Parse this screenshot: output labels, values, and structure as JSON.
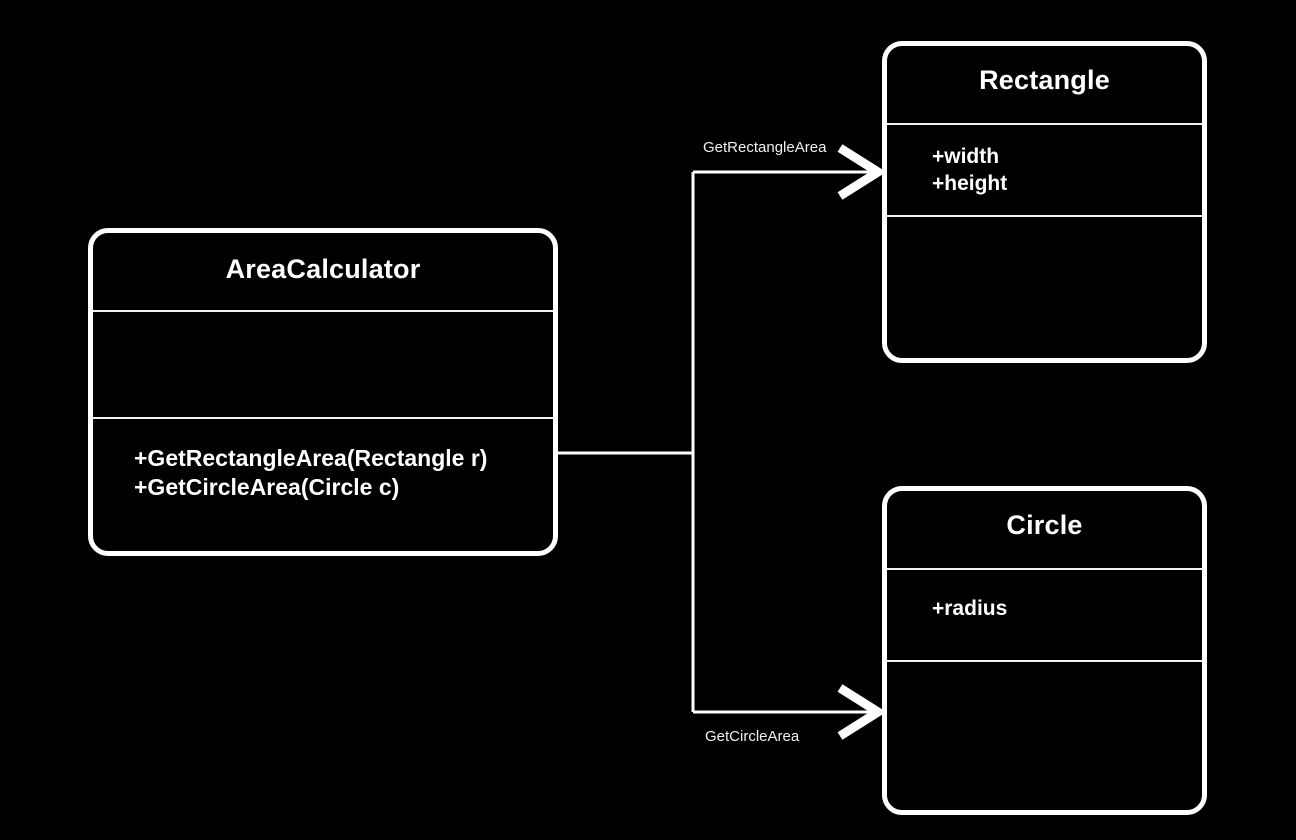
{
  "diagram": {
    "type": "uml-class-diagram",
    "background_color": "#000000",
    "stroke_color": "#ffffff",
    "text_color": "#ffffff",
    "label_color": "#f0f0f0",
    "classes": [
      {
        "id": "areacalculator",
        "name": "AreaCalculator",
        "attributes": "",
        "methods": "+GetRectangleArea(Rectangle r)\n+GetCircleArea(Circle c)"
      },
      {
        "id": "rectangle",
        "name": "Rectangle",
        "attributes": "+width\n+height",
        "methods": ""
      },
      {
        "id": "circle",
        "name": "Circle",
        "attributes": "+radius",
        "methods": ""
      }
    ],
    "edges": [
      {
        "id": "rect-edge",
        "label": "GetRectangleArea",
        "from": "AreaCalculator",
        "to": "Rectangle",
        "arrowhead": "open-arrow"
      },
      {
        "id": "circle-edge",
        "label": "GetCircleArea",
        "from": "AreaCalculator",
        "to": "Circle",
        "arrowhead": "open-arrow"
      }
    ]
  }
}
